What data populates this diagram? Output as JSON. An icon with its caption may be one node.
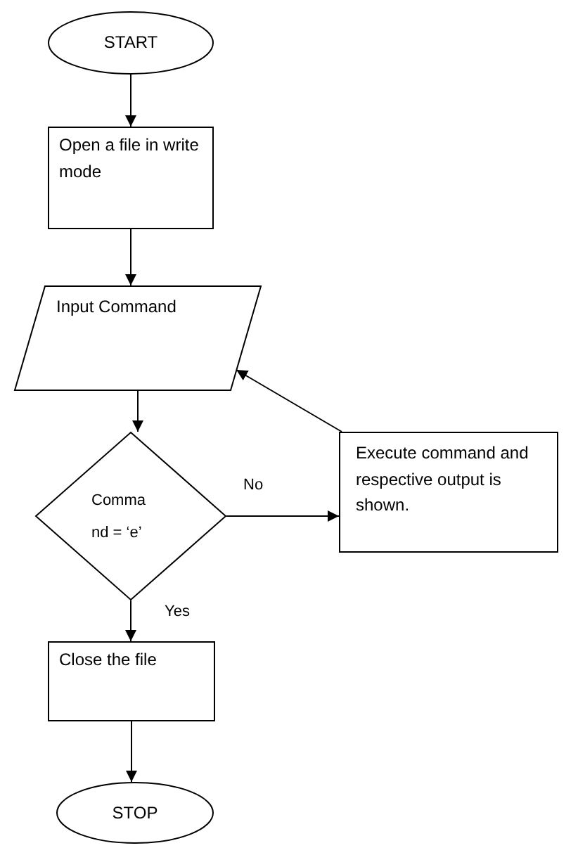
{
  "diagram": {
    "nodes": [
      {
        "text": [
          "START"
        ]
      },
      {
        "text": [
          "Open a file in write mode"
        ]
      },
      {
        "text": [
          "Input Command"
        ]
      },
      {
        "text": [
          "Comma nd = ‘e’"
        ]
      },
      {
        "text": [
          "Execute command and respective output is shown."
        ]
      },
      {
        "text": [
          "Close the file"
        ]
      },
      {
        "text": [
          "STOP"
        ]
      }
    ],
    "edges": [
      {
        "from": 0,
        "to": 1,
        "arrow": "to"
      },
      {
        "from": 1,
        "to": 2,
        "arrow": "to"
      },
      {
        "from": 2,
        "to": 3,
        "arrow": "to"
      },
      {
        "from": 3,
        "to": 4,
        "arrow": "to",
        "label": "No"
      },
      {
        "from": 4,
        "to": 2,
        "arrow": "to"
      },
      {
        "from": 3,
        "to": 5,
        "arrow": "to",
        "label": "Yes"
      },
      {
        "from": 5,
        "to": 6,
        "arrow": "to"
      }
    ]
  }
}
